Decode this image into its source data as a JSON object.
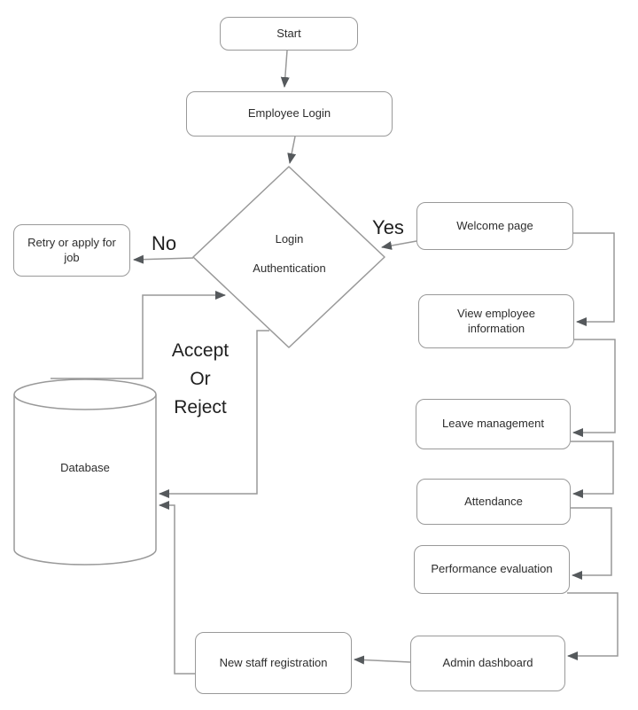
{
  "diagram": {
    "nodes": {
      "start": {
        "label": "Start"
      },
      "employee_login": {
        "label": "Employee Login"
      },
      "login_auth": {
        "label": "Login",
        "label2": "Authentication"
      },
      "retry": {
        "label": "Retry or apply for",
        "label2": "job"
      },
      "welcome": {
        "label": "Welcome page"
      },
      "view_info": {
        "label": "View employee",
        "label2": "information"
      },
      "leave": {
        "label": "Leave management"
      },
      "attendance": {
        "label": "Attendance"
      },
      "performance": {
        "label": "Performance evaluation"
      },
      "admin": {
        "label": "Admin dashboard"
      },
      "new_staff": {
        "label": "New staff registration"
      },
      "database": {
        "label": "Database"
      }
    },
    "edge_labels": {
      "no": "No",
      "yes": "Yes",
      "accept_line1": "Accept",
      "accept_line2": "Or",
      "accept_line3": "Reject"
    },
    "colors": {
      "stroke": "#999999",
      "arrowhead": "#55595c",
      "text": "#2d2d2d",
      "background": "#ffffff"
    }
  }
}
